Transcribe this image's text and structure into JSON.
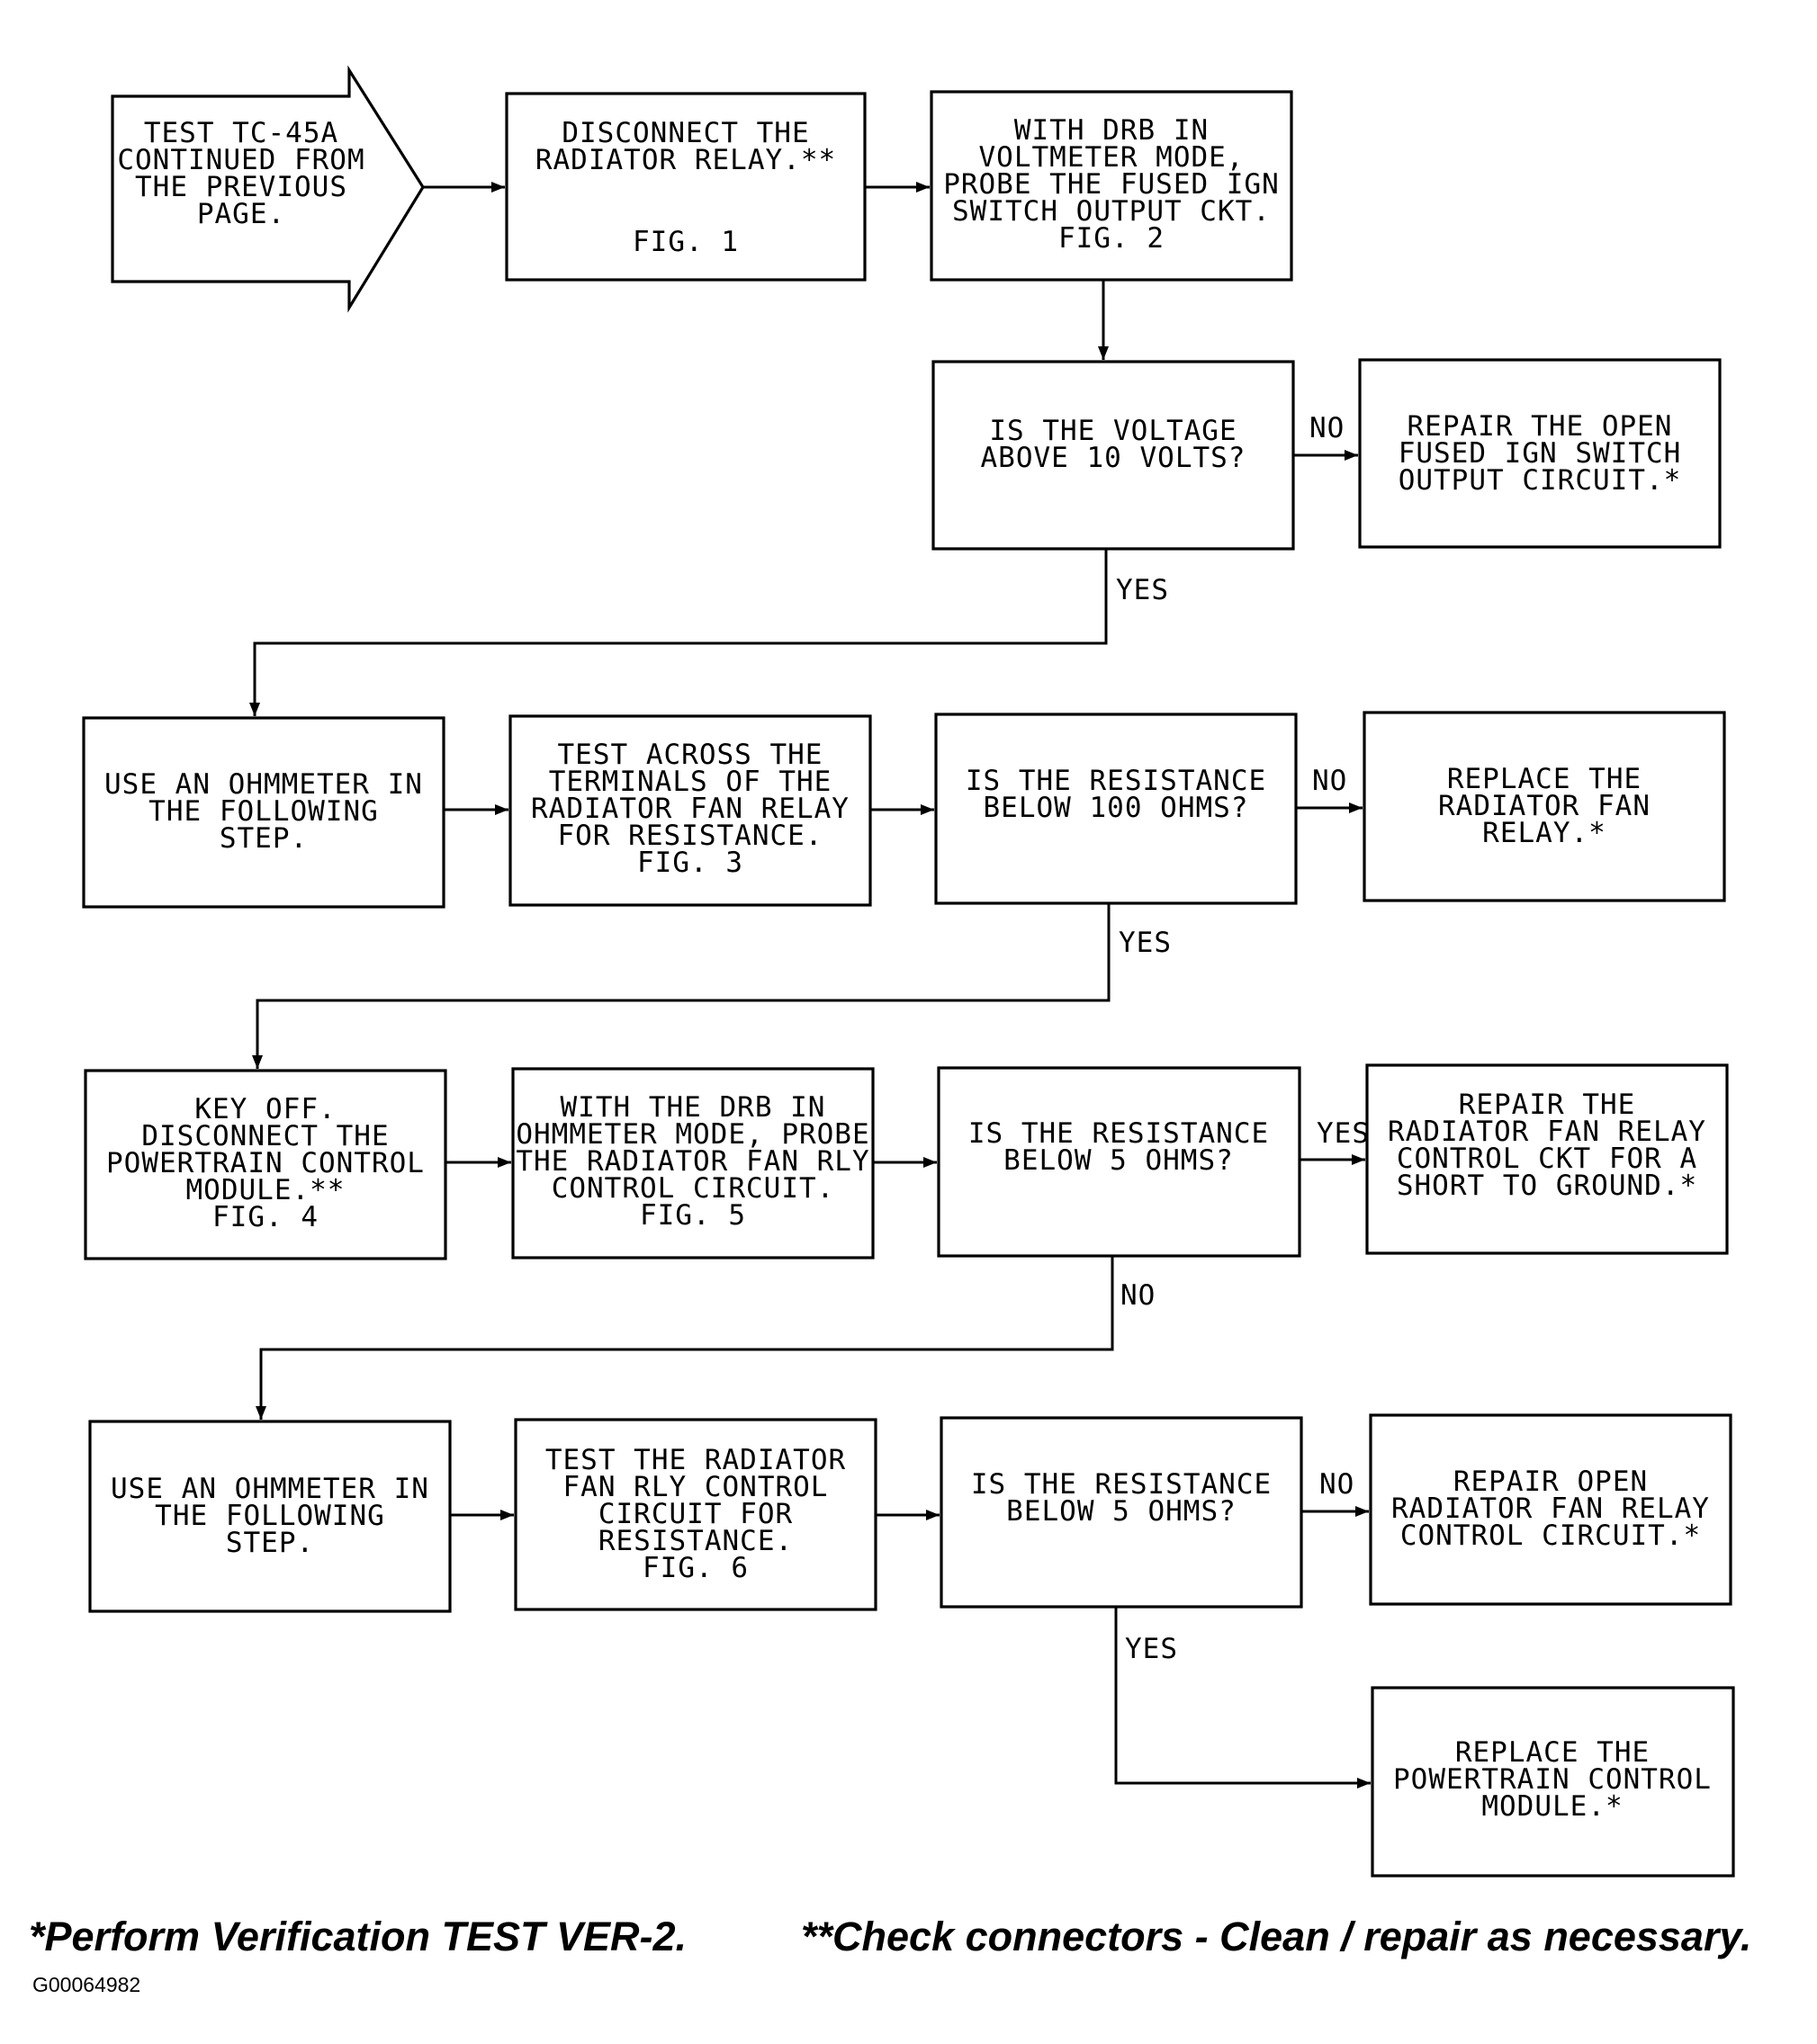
{
  "steps": {
    "start": [
      "TEST TC-45A",
      "CONTINUED FROM",
      "THE PREVIOUS",
      "PAGE."
    ],
    "disconnect_relay": [
      "DISCONNECT THE",
      "RADIATOR RELAY.**"
    ],
    "disconnect_relay_fig": "FIG. 1",
    "probe_ign": [
      "WITH DRB IN",
      "VOLTMETER MODE,",
      "PROBE THE FUSED IGN",
      "SWITCH OUTPUT CKT.",
      "FIG. 2"
    ],
    "voltage_q": [
      "IS THE VOLTAGE",
      "ABOVE 10 VOLTS?"
    ],
    "repair_ign": [
      "REPAIR THE OPEN",
      "FUSED IGN SWITCH",
      "OUTPUT CIRCUIT.*"
    ],
    "ohm_step_1": [
      "USE AN OHMMETER IN",
      "THE FOLLOWING",
      "STEP."
    ],
    "test_terminals": [
      "TEST ACROSS THE",
      "TERMINALS OF THE",
      "RADIATOR FAN RELAY",
      "FOR RESISTANCE.",
      "FIG. 3"
    ],
    "resistance_100_q": [
      "IS THE RESISTANCE",
      "BELOW 100 OHMS?"
    ],
    "replace_relay": [
      "REPLACE THE",
      "RADIATOR FAN",
      "RELAY.*"
    ],
    "key_off": [
      "KEY OFF.",
      "DISCONNECT THE",
      "POWERTRAIN CONTROL",
      "MODULE.**",
      "FIG. 4"
    ],
    "probe_rly": [
      "WITH THE DRB IN",
      "OHMMETER MODE, PROBE",
      "THE RADIATOR FAN RLY",
      "CONTROL CIRCUIT.",
      "FIG. 5"
    ],
    "resistance_5_q1": [
      "IS THE RESISTANCE",
      "BELOW 5 OHMS?"
    ],
    "repair_short": [
      "REPAIR THE",
      "RADIATOR FAN RELAY",
      "CONTROL CKT FOR A",
      "SHORT TO GROUND.*"
    ],
    "ohm_step_2": [
      "USE AN OHMMETER IN",
      "THE FOLLOWING",
      "STEP."
    ],
    "test_rly_ctrl": [
      "TEST THE RADIATOR",
      "FAN RLY CONTROL",
      "CIRCUIT FOR",
      "RESISTANCE.",
      "FIG. 6"
    ],
    "resistance_5_q2": [
      "IS THE RESISTANCE",
      "BELOW 5 OHMS?"
    ],
    "repair_open": [
      "REPAIR OPEN",
      "RADIATOR FAN RELAY",
      "CONTROL CIRCUIT.*"
    ],
    "replace_pcm": [
      "REPLACE THE",
      "POWERTRAIN CONTROL",
      "MODULE.*"
    ]
  },
  "branch_labels": {
    "voltage_no": "NO",
    "voltage_yes": "YES",
    "resistance_100_no": "NO",
    "resistance_100_yes": "YES",
    "resistance_5_q1_yes": "YES",
    "resistance_5_q1_no": "NO",
    "resistance_5_q2_no": "NO",
    "resistance_5_q2_yes": "YES"
  },
  "footnotes": {
    "verification": "*Perform Verification TEST VER-2.",
    "connectors": "**Check connectors - Clean / repair as necessary."
  },
  "figure_code": "G00064982"
}
